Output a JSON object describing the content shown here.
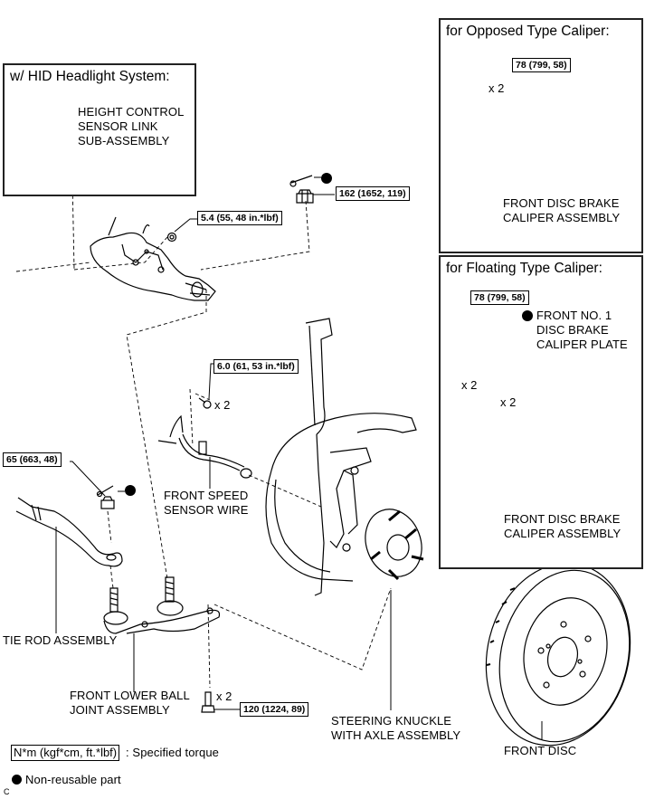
{
  "panels": {
    "hid": {
      "title": "w/ HID Headlight System:",
      "part_label": "HEIGHT CONTROL\nSENSOR LINK\nSUB-ASSEMBLY"
    },
    "opposed": {
      "title": "for Opposed Type Caliper:",
      "torque": "78 (799, 58)",
      "qty": "x 2",
      "part_label": "FRONT DISC BRAKE\nCALIPER ASSEMBLY"
    },
    "floating": {
      "title": "for Floating Type Caliper:",
      "torque": "78 (799, 58)",
      "bolt_qty": "x 2",
      "plate_qty": "x 2",
      "plate_label": "FRONT NO. 1\nDISC BRAKE\nCALIPER PLATE",
      "part_label": "FRONT DISC BRAKE\nCALIPER ASSEMBLY"
    }
  },
  "main": {
    "torque_nut_upper": "162 (1652, 119)",
    "torque_sensor_link_nut": "5.4 (55, 48 in.*lbf)",
    "torque_speed_sensor": "6.0 (61, 53 in.*lbf)",
    "speed_sensor_qty": "x 2",
    "torque_tie_rod_nut": "65 (663, 48)",
    "torque_ball_joint_bolt": "120 (1224, 89)",
    "ball_joint_bolt_qty": "x 2",
    "labels": {
      "speed_sensor": "FRONT SPEED\nSENSOR WIRE",
      "tie_rod": "TIE ROD ASSEMBLY",
      "ball_joint": "FRONT LOWER BALL\nJOINT ASSEMBLY",
      "knuckle": "STEERING KNUCKLE\nWITH AXLE ASSEMBLY",
      "disc": "FRONT DISC"
    }
  },
  "legend": {
    "torque_unit": "N*m (kgf*cm, ft.*lbf)",
    "torque_desc": ": Specified torque",
    "nonreusable": "Non-reusable part",
    "corner_code": "C"
  },
  "colors": {
    "line": "#000000",
    "frame": "#222222",
    "background": "#ffffff"
  }
}
